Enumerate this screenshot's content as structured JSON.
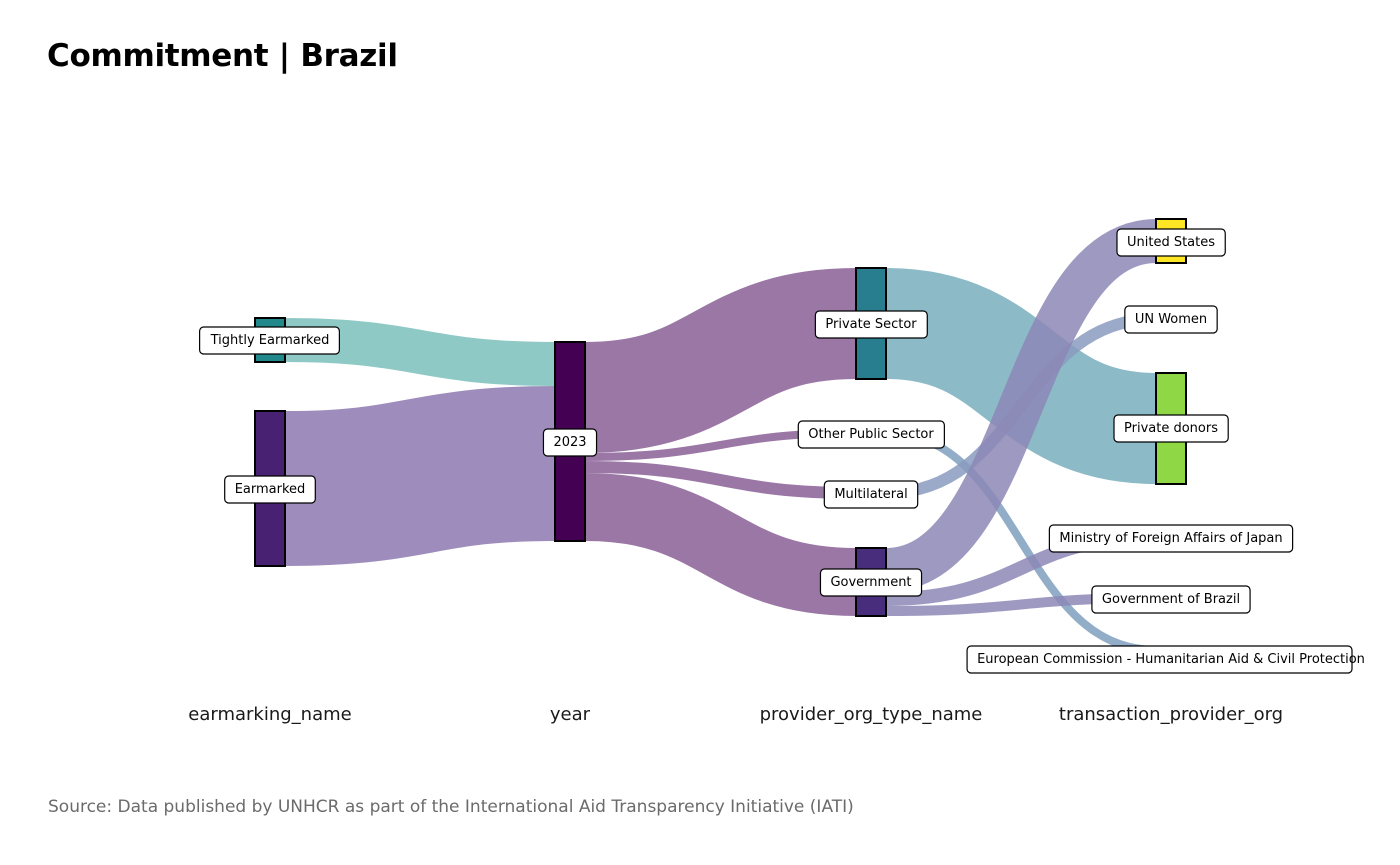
{
  "chart_data": {
    "type": "sankey",
    "title": "Commitment | Brazil",
    "caption": "Source: Data published by UNHCR as part of the International  Aid Transparency Initiative (IATI)",
    "axes": [
      "earmarking_name",
      "year",
      "provider_org_type_name",
      "transaction_provider_org"
    ],
    "nodes": [
      {
        "id": "tightly",
        "label": "Tightly Earmarked",
        "axis": 0,
        "value": 44,
        "color": "#21898b"
      },
      {
        "id": "earmarked",
        "label": "Earmarked",
        "axis": 0,
        "value": 155,
        "color": "#482173"
      },
      {
        "id": "y2023",
        "label": "2023",
        "axis": 1,
        "value": 199,
        "color": "#440154"
      },
      {
        "id": "private",
        "label": "Private Sector",
        "axis": 2,
        "value": 111,
        "color": "#287d8e"
      },
      {
        "id": "otherpub",
        "label": "Other Public Sector",
        "axis": 2,
        "value": 8,
        "color": "#2a788e"
      },
      {
        "id": "multi",
        "label": "Multilateral",
        "axis": 2,
        "value": 12,
        "color": "#3e4a89"
      },
      {
        "id": "gov",
        "label": "Government",
        "axis": 2,
        "value": 68,
        "color": "#472d7b"
      },
      {
        "id": "us",
        "label": "United States",
        "axis": 3,
        "value": 44,
        "color": "#fde725"
      },
      {
        "id": "unwomen",
        "label": "UN Women",
        "axis": 3,
        "value": 12,
        "color": "#38598c"
      },
      {
        "id": "privdonors",
        "label": "Private donors",
        "axis": 3,
        "value": 111,
        "color": "#8fd744"
      },
      {
        "id": "japan",
        "label": "Ministry of Foreign Affairs of Japan",
        "axis": 3,
        "value": 14,
        "color": "#31688e"
      },
      {
        "id": "govbrazil",
        "label": "Government of Brazil",
        "axis": 3,
        "value": 10,
        "color": "#2c728e"
      },
      {
        "id": "echo",
        "label": "European Commission - Humanitarian Aid & Civil Protection",
        "axis": 3,
        "value": 8,
        "color": "#26828e"
      }
    ],
    "links": [
      {
        "source": "tightly",
        "target": "y2023",
        "value": 44,
        "color": "#7bbfbb"
      },
      {
        "source": "earmarked",
        "target": "y2023",
        "value": 155,
        "color": "#8d79b0"
      },
      {
        "source": "y2023",
        "target": "private",
        "value": 111,
        "color": "#8a5f97"
      },
      {
        "source": "y2023",
        "target": "otherpub",
        "value": 8,
        "color": "#8a5f97"
      },
      {
        "source": "y2023",
        "target": "multi",
        "value": 12,
        "color": "#8a5f97"
      },
      {
        "source": "y2023",
        "target": "gov",
        "value": 68,
        "color": "#8a5f97"
      },
      {
        "source": "private",
        "target": "privdonors",
        "value": 111,
        "color": "#79aebd"
      },
      {
        "source": "otherpub",
        "target": "echo",
        "value": 8,
        "color": "#7f9fbd"
      },
      {
        "source": "multi",
        "target": "unwomen",
        "value": 12,
        "color": "#8a9bbf"
      },
      {
        "source": "gov",
        "target": "us",
        "value": 44,
        "color": "#8c87b6"
      },
      {
        "source": "gov",
        "target": "japan",
        "value": 14,
        "color": "#8c87b6"
      },
      {
        "source": "gov",
        "target": "govbrazil",
        "value": 10,
        "color": "#8c87b6"
      }
    ]
  }
}
